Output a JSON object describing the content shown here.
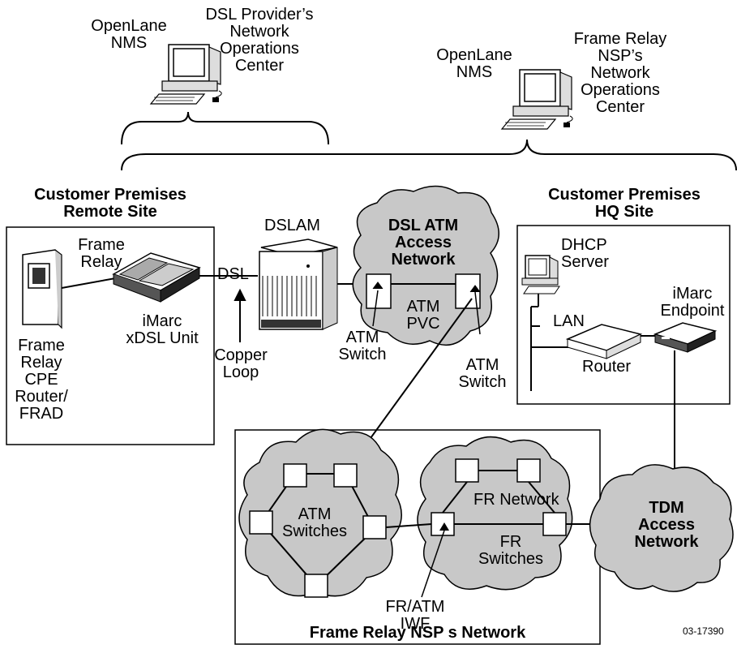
{
  "top": {
    "nms_left": [
      "OpenLane",
      "NMS"
    ],
    "dsl_noc": [
      "DSL Provider’s",
      "Network",
      "Operations",
      "Center"
    ],
    "nms_right": [
      "OpenLane",
      "NMS"
    ],
    "fr_noc": [
      "Frame Relay",
      "NSP’s",
      "Network",
      "Operations",
      "Center"
    ]
  },
  "remote_site": {
    "title": [
      "Customer Premises",
      "Remote Site"
    ],
    "frame_relay": [
      "Frame",
      "Relay"
    ],
    "frad": [
      "Frame",
      "Relay",
      "CPE",
      "Router/",
      "FRAD"
    ],
    "imarc": [
      "iMarc",
      "xDSL Unit"
    ]
  },
  "middle": {
    "dsl": "DSL",
    "copper": [
      "Copper",
      "Loop"
    ],
    "dslam": "DSLAM",
    "dsl_atm_cloud": [
      "DSL ATM",
      "Access",
      "Network"
    ],
    "atm_pvc": [
      "ATM",
      "PVC"
    ],
    "atm_switch_left": [
      "ATM",
      "Switch"
    ],
    "atm_switch_right": [
      "ATM",
      "Switch"
    ]
  },
  "hq_site": {
    "title": [
      "Customer Premises",
      "HQ Site"
    ],
    "dhcp": [
      "DHCP",
      "Server"
    ],
    "lan": "LAN",
    "router": "Router",
    "imarc": [
      "iMarc",
      "Endpoint"
    ]
  },
  "nsp": {
    "title": "Frame Relay NSP s Network",
    "atm_switches": [
      "ATM",
      "Switches"
    ],
    "fr_network": "FR Network",
    "fr_switches": [
      "FR",
      "Switches"
    ],
    "iwf": [
      "FR/ATM",
      "IWF"
    ],
    "tdm": [
      "TDM",
      "Access",
      "Network"
    ]
  },
  "figure_id": "03-17390"
}
